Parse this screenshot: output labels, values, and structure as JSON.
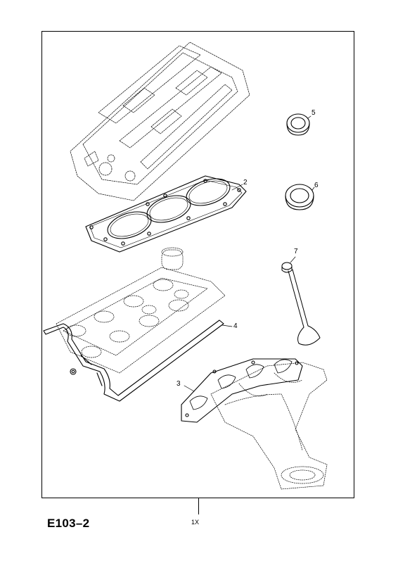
{
  "diagram": {
    "reference_code": "E103–2",
    "quantity": "1X",
    "callouts": [
      "2",
      "3",
      "4",
      "5",
      "6",
      "7"
    ]
  }
}
